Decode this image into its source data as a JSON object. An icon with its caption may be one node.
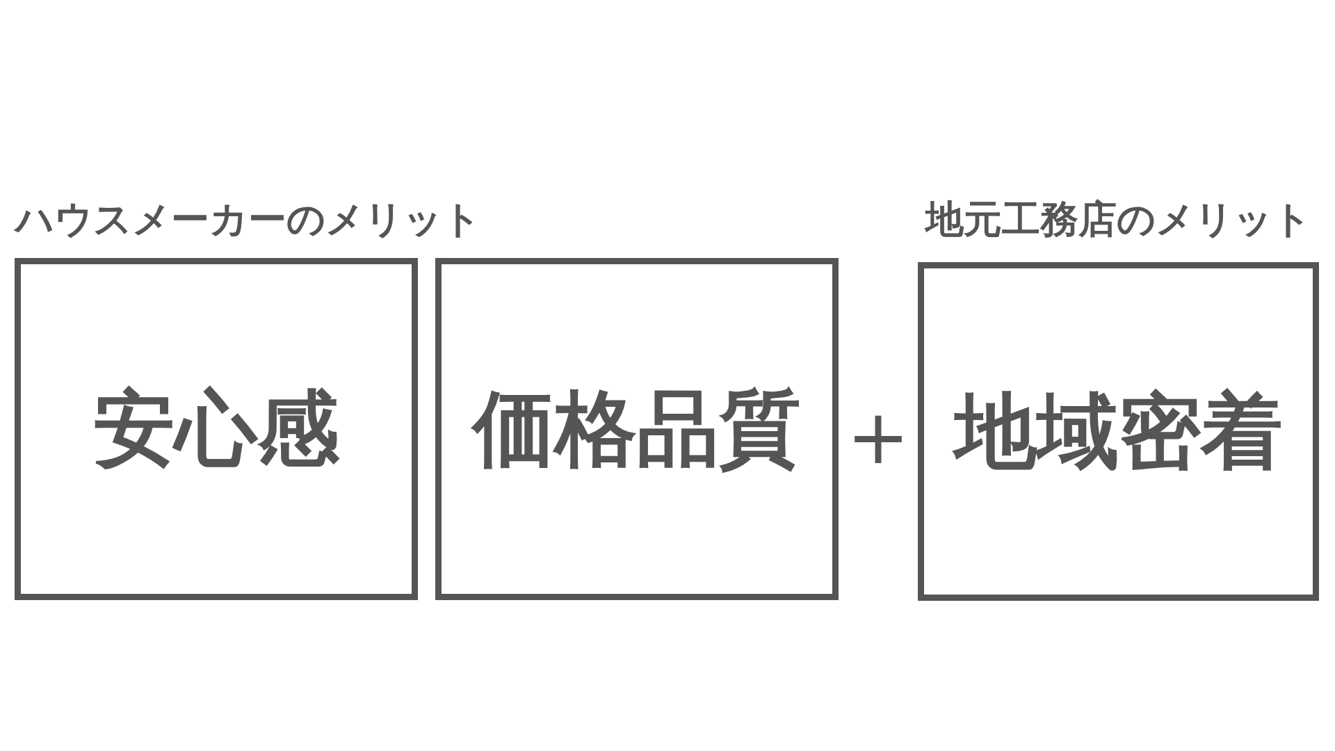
{
  "diagram": {
    "nodes": [
      {
        "text": [
          "安心感"
        ]
      },
      {
        "text": [
          "価格品質"
        ]
      },
      {
        "text": [
          "地域密着"
        ]
      }
    ],
    "labels": [
      "ハウスメーカーのメリット",
      "地元工務店のメリット",
      "+"
    ]
  }
}
